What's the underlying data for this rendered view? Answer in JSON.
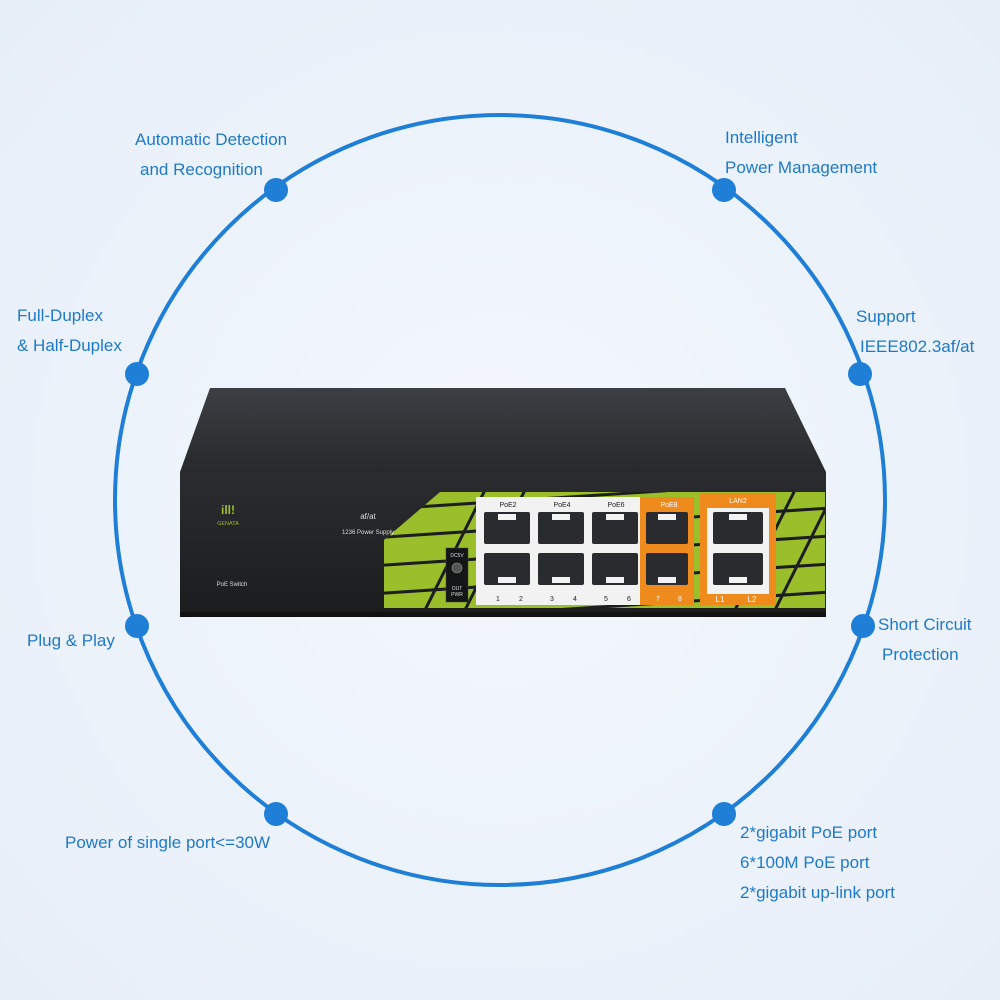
{
  "accent_color": "#1f7fd6",
  "features": {
    "auto_detect": [
      "Automatic Detection",
      "and Recognition"
    ],
    "intelligent": [
      "Intelligent",
      "Power Management"
    ],
    "duplex": [
      "Full-Duplex",
      "& Half-Duplex"
    ],
    "support": [
      "Support",
      "IEEE802.3af/at"
    ],
    "plug": [
      "Plug & Play"
    ],
    "short_circuit": [
      "Short Circuit",
      "Protection"
    ],
    "power_port": [
      "Power of single port<=30W"
    ],
    "ports": [
      "2*gigabit PoE port",
      "6*100M PoE port",
      "2*gigabit up-link port"
    ]
  },
  "device": {
    "brand": "GENATA",
    "logo_mark": "ill!",
    "standard": "af/at",
    "supply": "1236 Power Supply",
    "product": "PoE Switch",
    "dc_label": "DC5V",
    "out_label": "OUT",
    "pwr_label": "PWR",
    "poe_groups": [
      "PoE2",
      "PoE4",
      "PoE6",
      "PoE8"
    ],
    "lan_label": "LAN2",
    "port_numbers": [
      "1",
      "2",
      "3",
      "4",
      "5",
      "6",
      "7",
      "8"
    ],
    "uplink_numbers": [
      "L1",
      "L2"
    ]
  }
}
